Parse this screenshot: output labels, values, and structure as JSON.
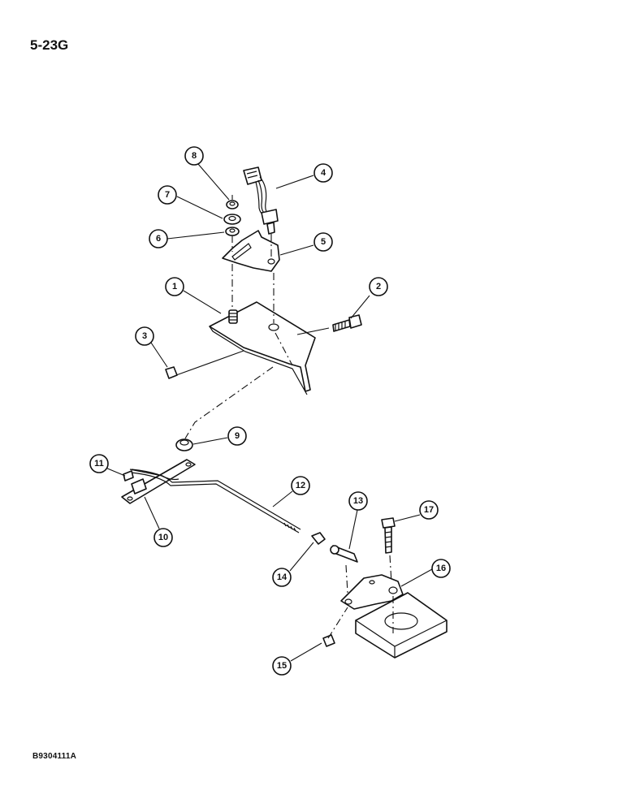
{
  "page": {
    "number": "5-23G",
    "figure_code": "B9304111A"
  },
  "callouts": [
    {
      "id": "c1",
      "label": "1"
    },
    {
      "id": "c2",
      "label": "2"
    },
    {
      "id": "c3",
      "label": "3"
    },
    {
      "id": "c4",
      "label": "4"
    },
    {
      "id": "c5",
      "label": "5"
    },
    {
      "id": "c6",
      "label": "6"
    },
    {
      "id": "c7",
      "label": "7"
    },
    {
      "id": "c8",
      "label": "8"
    },
    {
      "id": "c9",
      "label": "9"
    },
    {
      "id": "c10",
      "label": "10"
    },
    {
      "id": "c11",
      "label": "11"
    },
    {
      "id": "c12",
      "label": "12"
    },
    {
      "id": "c13",
      "label": "13"
    },
    {
      "id": "c14",
      "label": "14"
    },
    {
      "id": "c15",
      "label": "15"
    },
    {
      "id": "c16",
      "label": "16"
    },
    {
      "id": "c17",
      "label": "17"
    }
  ]
}
